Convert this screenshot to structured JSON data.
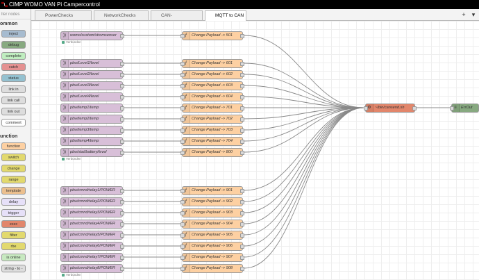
{
  "window": {
    "title": "CIMP WOMO VAN Pi Campercontrol"
  },
  "palette": {
    "search_placeholder": "lter nodes",
    "categories": [
      {
        "label": "ommon",
        "items": [
          "inject",
          "debug",
          "complete",
          "catch",
          "status",
          "link in",
          "link call",
          "link out",
          "comment"
        ]
      },
      {
        "label": "unction",
        "items": [
          "function",
          "switch",
          "change",
          "range",
          "template",
          "delay",
          "trigger",
          "exec",
          "filter",
          "rbe",
          "is online",
          "string - to - hex"
        ]
      }
    ]
  },
  "tabs": [
    "PowerChecks",
    "NetworkChecks",
    "CAN-Communication",
    "MQTT to CAN"
  ],
  "active_tab": "MQTT to CAN",
  "toolbar": {
    "add_label": "+",
    "menu_label": "▾"
  },
  "flow": {
    "mqtt_nodes": [
      "womo/custom/stromsensor",
      "pbw/Level1/level",
      "pbw/Level2/level",
      "pbw/Level3/level",
      "pbw/Level4/level",
      "pbw/temp1/temp",
      "pbw/temp2/temp",
      "pbw/temp3/temp",
      "pbw/temp4/temp",
      "pbw/stat/battery/level",
      "pbw/cmnd/relay1/POWER",
      "pbw/cmnd/relay2/POWER",
      "pbw/cmnd/relay3/POWER",
      "pbw/cmnd/relay4/POWER",
      "pbw/cmnd/relay5/POWER",
      "pbw/cmnd/relay6/POWER",
      "pbw/cmnd/relay7/POWER",
      "pbw/cmnd/relay8/POWER"
    ],
    "function_nodes": [
      "Change Payload -> 501",
      "Change Payload -> 601",
      "Change Payload -> 602",
      "Change Payload -> 603",
      "Change Payload -> 604",
      "Change Payload -> 701",
      "Change Payload -> 702",
      "Change Payload -> 703",
      "Change Payload -> 704",
      "Change Payload -> 800",
      "Change Payload -> 901",
      "Change Payload -> 902",
      "Change Payload -> 903",
      "Change Payload -> 904",
      "Change Payload -> 905",
      "Change Payload -> 906",
      "Change Payload -> 907",
      "Change Payload -> 908"
    ],
    "status_text": "Verbunden",
    "exec_node": "~/bin/cansend.sh",
    "debug_node": "ErrOut",
    "colors": {
      "mqtt": "#d8bfd8",
      "function": "#fdd0a2",
      "exec": "#e2866b",
      "debug": "#87a980",
      "status": "#5a8"
    }
  }
}
